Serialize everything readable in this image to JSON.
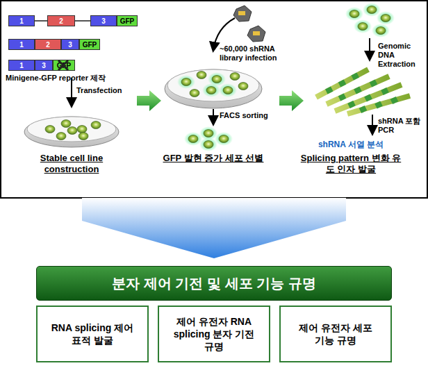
{
  "diagram": {
    "nodes": [
      {
        "text": [
          "1"
        ]
      },
      {
        "text": [
          "2"
        ]
      },
      {
        "text": [
          "3"
        ]
      },
      {
        "text": [
          "GFP"
        ]
      },
      {
        "text": [
          "1"
        ]
      },
      {
        "text": [
          "2"
        ]
      },
      {
        "text": [
          "3"
        ]
      },
      {
        "text": [
          "GFP"
        ]
      },
      {
        "text": [
          "1"
        ]
      },
      {
        "text": [
          "3"
        ]
      },
      {
        "text": [
          "GFP"
        ]
      },
      {
        "text": [
          "분자 제어 기전 및 세포 기능 규명"
        ]
      },
      {
        "text": [
          "RNA splicing 제어 표적 발굴"
        ]
      },
      {
        "text": [
          "제어 유전자 RNA splicing 분자 기전 규명"
        ]
      },
      {
        "text": [
          "제어 유전자 세포 기능 규명"
        ]
      }
    ],
    "labels": [
      "Minigene-GFP reporter 제작",
      "Transfection",
      "Stable cell line construction",
      "~60,000 shRNA library infection",
      "FACS sorting",
      "GFP 발현 증가 세포 선별",
      "Genomic DNA Extraction",
      "shRNA 포함 PCR",
      "shRNA 서열 분석",
      "Splicing pattern 변화 유도 인자 발굴"
    ]
  }
}
